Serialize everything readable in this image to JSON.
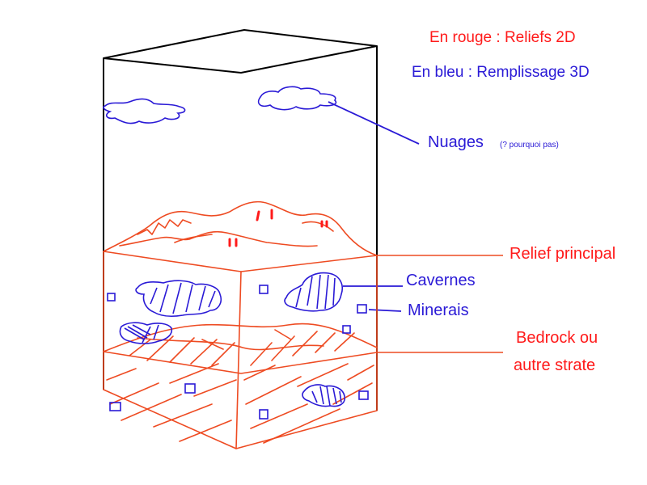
{
  "colors": {
    "red": "#ff1a1a",
    "orange": "#ee4b22",
    "blue": "#2a1ad6",
    "outline": "#000000"
  },
  "legend": {
    "red_text": "En rouge : Reliefs 2D",
    "blue_text": "En bleu : Remplissage 3D"
  },
  "labels": {
    "clouds": "Nuages",
    "clouds_note": "(? pourquoi pas)",
    "main_relief": "Relief principal",
    "caves": "Cavernes",
    "minerals": "Minerais",
    "bedrock_line1": "Bedrock ou",
    "bedrock_line2": "autre strate"
  }
}
